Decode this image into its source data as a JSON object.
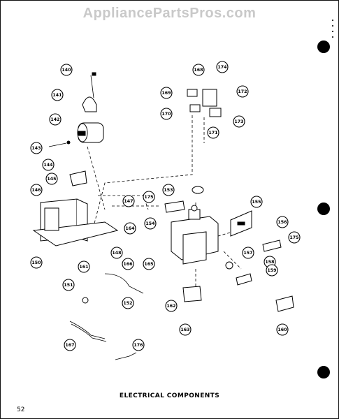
{
  "header": {
    "watermark": "AppliancePartsPros.com"
  },
  "figure": {
    "caption": "ELECTRICAL COMPONENTS",
    "page_number": "52"
  },
  "callouts": [
    {
      "id": "c140",
      "label": "140"
    },
    {
      "id": "c141",
      "label": "141"
    },
    {
      "id": "c142",
      "label": "142"
    },
    {
      "id": "c143",
      "label": "143"
    },
    {
      "id": "c144",
      "label": "144"
    },
    {
      "id": "c145",
      "label": "145"
    },
    {
      "id": "c146",
      "label": "146"
    },
    {
      "id": "c147",
      "label": "147"
    },
    {
      "id": "c148",
      "label": "148"
    },
    {
      "id": "c150",
      "label": "150"
    },
    {
      "id": "c151",
      "label": "151"
    },
    {
      "id": "c152",
      "label": "152"
    },
    {
      "id": "c153",
      "label": "153"
    },
    {
      "id": "c154",
      "label": "154"
    },
    {
      "id": "c155",
      "label": "155"
    },
    {
      "id": "c156",
      "label": "156"
    },
    {
      "id": "c157",
      "label": "157"
    },
    {
      "id": "c158",
      "label": "158"
    },
    {
      "id": "c159",
      "label": "159"
    },
    {
      "id": "c160",
      "label": "160"
    },
    {
      "id": "c161",
      "label": "161"
    },
    {
      "id": "c162",
      "label": "162"
    },
    {
      "id": "c163",
      "label": "163"
    },
    {
      "id": "c164",
      "label": "164"
    },
    {
      "id": "c165",
      "label": "165"
    },
    {
      "id": "c166",
      "label": "166"
    },
    {
      "id": "c167",
      "label": "167"
    },
    {
      "id": "c168",
      "label": "168"
    },
    {
      "id": "c169",
      "label": "169"
    },
    {
      "id": "c170",
      "label": "170"
    },
    {
      "id": "c171",
      "label": "171"
    },
    {
      "id": "c172",
      "label": "172"
    },
    {
      "id": "c173",
      "label": "173"
    },
    {
      "id": "c174",
      "label": "174"
    },
    {
      "id": "c175a",
      "label": "175"
    },
    {
      "id": "c175b",
      "label": "175"
    },
    {
      "id": "c176",
      "label": "176"
    }
  ]
}
